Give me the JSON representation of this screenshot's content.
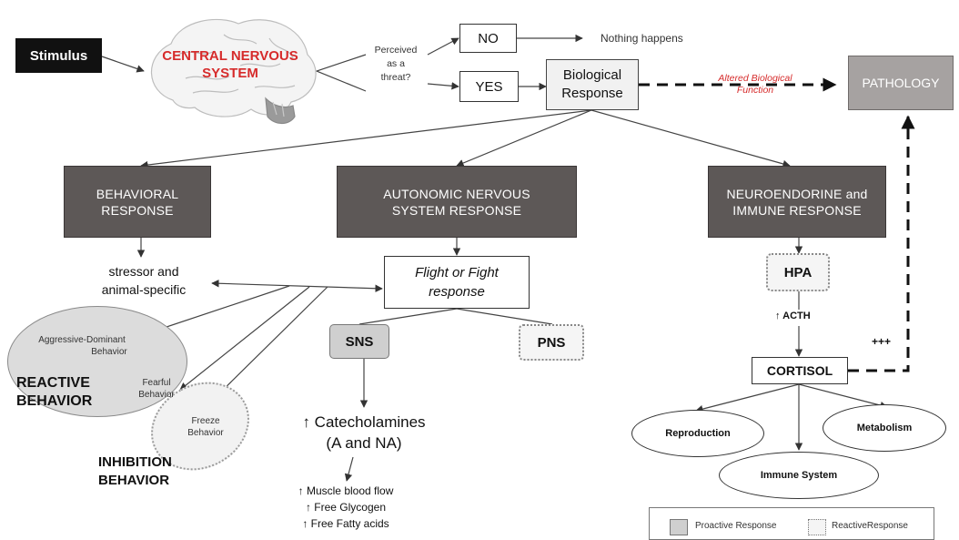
{
  "stimulus": "Stimulus",
  "cns": {
    "line1": "CENTRAL NERVOUS",
    "line2": "SYSTEM"
  },
  "threat_question": {
    "line1": "Perceived",
    "line2": "as a",
    "line3": "threat?"
  },
  "no_label": "NO",
  "yes_label": "YES",
  "nothing_happens": "Nothing happens",
  "biological_response": {
    "line1": "Biological",
    "line2": "Response"
  },
  "altered_function": {
    "line1": "Altered Biological",
    "line2": "Function"
  },
  "pathology": "PATHOLOGY",
  "behavioral_response": {
    "line1": "BEHAVIORAL",
    "line2": "RESPONSE"
  },
  "ans_response": {
    "line1": "AUTONOMIC NERVOUS",
    "line2": "SYSTEM RESPONSE"
  },
  "neuro_response": {
    "line1": "NEUROENDORINE and",
    "line2": "IMMUNE RESPONSE"
  },
  "stressor": {
    "line1": "stressor and",
    "line2": "animal-specific"
  },
  "flight_fight": {
    "line1": "Flight or Fight",
    "line2": "response"
  },
  "hpa": "HPA",
  "acth": "↑ ACTH",
  "cortisol": "CORTISOL",
  "plus": "+++",
  "sns": "SNS",
  "pns": "PNS",
  "aggressive": {
    "line1": "Aggressive-Dominant",
    "line2": "Behavior"
  },
  "fearful": {
    "line1": "Fearful",
    "line2": "Behavior"
  },
  "reactive": {
    "line1": "REACTIVE",
    "line2": "BEHAVIOR"
  },
  "freeze": {
    "line1": "Freeze",
    "line2": "Behavior"
  },
  "inhibition": {
    "line1": "INHIBITION",
    "line2": "BEHAVIOR"
  },
  "catecholamines": {
    "line1": "↑ Catecholamines",
    "line2": "(A and NA)"
  },
  "effects": [
    "↑ Muscle blood flow",
    "↑ Free Glycogen",
    "↑ Free Fatty acids"
  ],
  "reproduction": "Reproduction",
  "metabolism": "Metabolism",
  "immune_system": "Immune System",
  "legend": {
    "proactive": "Proactive Response",
    "reactive": "ReactiveResponse"
  },
  "colors": {
    "cns_red": "#d62b2b",
    "dark_box": "#5d5857",
    "pathology_box": "#a6a2a1",
    "light_box": "#f1f1f1"
  }
}
